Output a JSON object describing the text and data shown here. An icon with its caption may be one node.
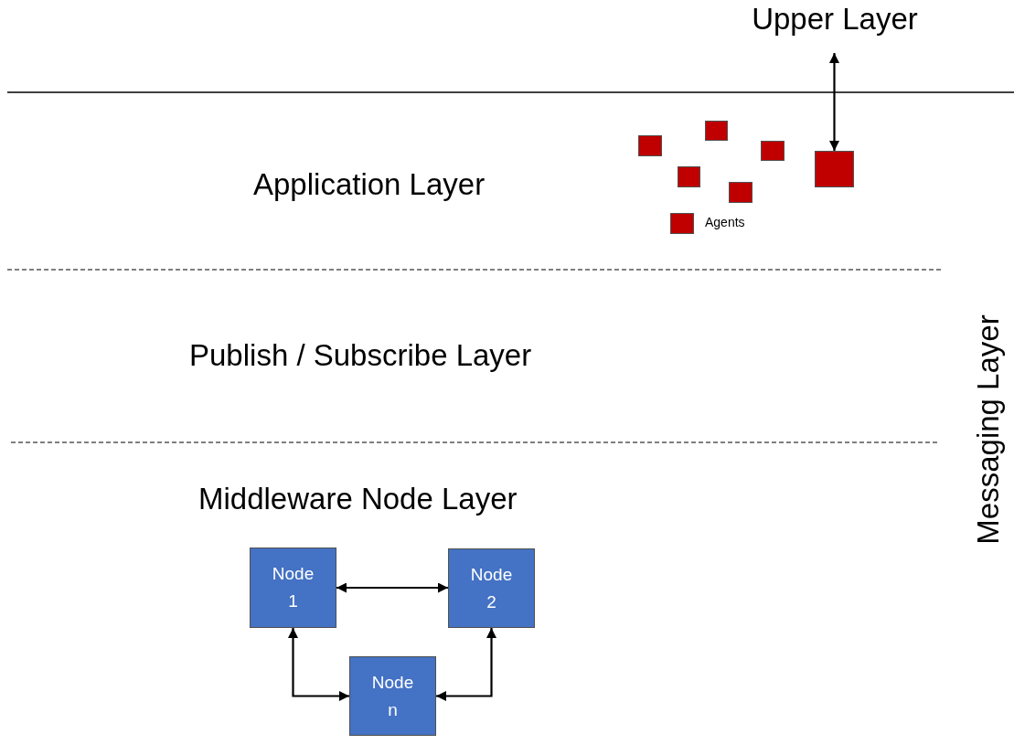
{
  "diagram": {
    "nodes": [
      {
        "text": [
          "Upper Layer"
        ]
      },
      {
        "text": [],
        "shape": "box"
      },
      {
        "text": [],
        "shape": "box",
        "beside": [
          "Agents"
        ]
      },
      {
        "text": [],
        "shape": "box"
      },
      {
        "text": [],
        "shape": "box"
      },
      {
        "text": [],
        "shape": "box"
      },
      {
        "text": [],
        "shape": "box"
      },
      {
        "text": [],
        "shape": "box"
      },
      {
        "text": [
          "Node 1"
        ]
      },
      {
        "text": [
          "Node 2"
        ]
      },
      {
        "text": [
          "Node n"
        ]
      }
    ],
    "edges": [
      {
        "from": 7,
        "to": 0,
        "arrow": "both"
      },
      {
        "from": 8,
        "to": 9,
        "arrow": "both"
      },
      {
        "from": 8,
        "to": 10,
        "arrow": "both"
      },
      {
        "from": 10,
        "to": 9,
        "arrow": "both"
      }
    ],
    "labels": [
      "Application Layer",
      "Publish / Subscribe Layer",
      "Messaging Layer",
      "Middleware Node Layer"
    ]
  }
}
